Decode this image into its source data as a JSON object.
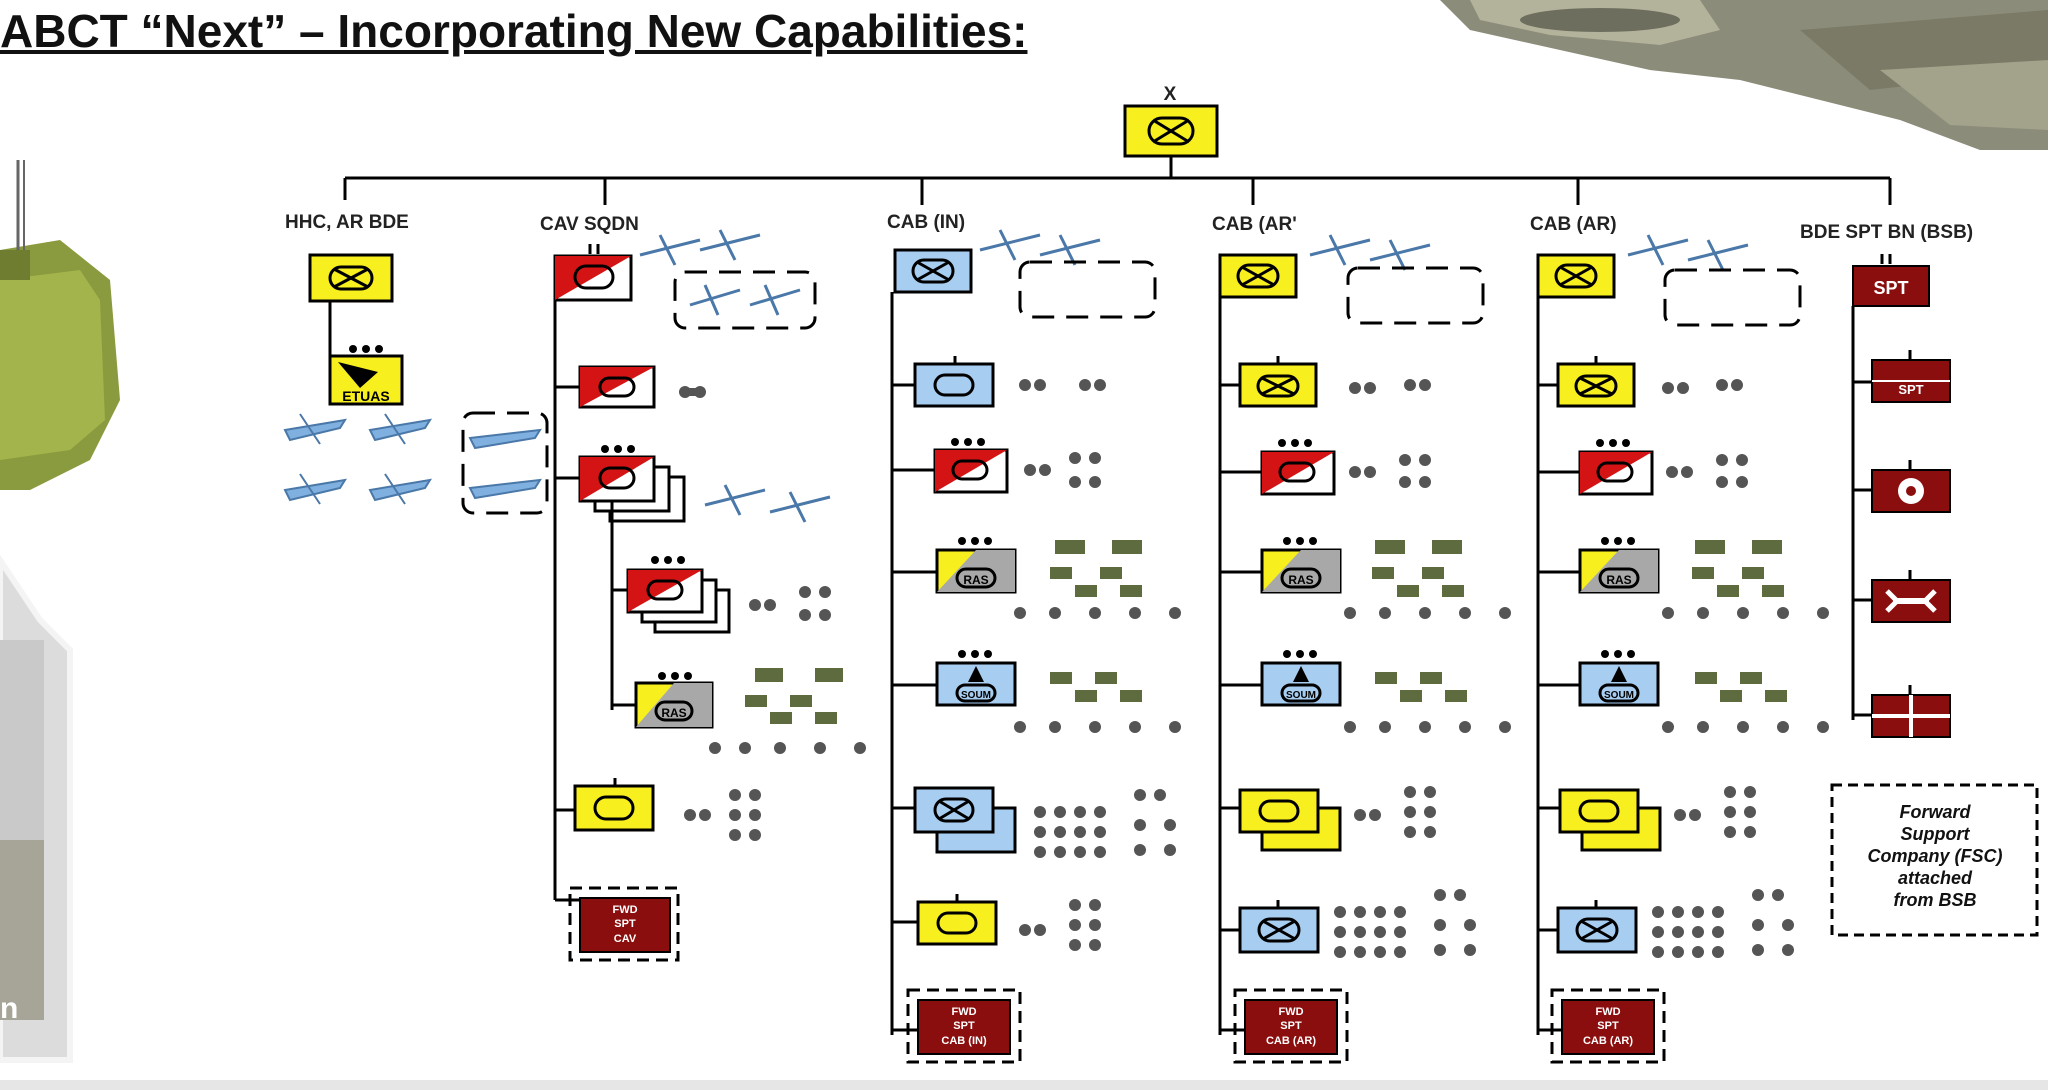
{
  "title": "ABCT “Next” – Incorporating New Capabilities:",
  "hq_echelon": "X",
  "columns": [
    {
      "id": "hhc",
      "label": "HHC, AR BDE"
    },
    {
      "id": "cav",
      "label": "CAV SQDN"
    },
    {
      "id": "cabin",
      "label": "CAB (IN)"
    },
    {
      "id": "cabar1",
      "label": "CAB (AR'"
    },
    {
      "id": "cabar2",
      "label": "CAB (AR)"
    },
    {
      "id": "bsb",
      "label": "BDE SPT BN (BSB)"
    }
  ],
  "unit_labels": {
    "etuas": "ETUAS",
    "ras": "RAS",
    "soum": "SOUM",
    "spt": "SPT"
  },
  "fwd_spt": {
    "cav": [
      "FWD",
      "SPT",
      "CAV"
    ],
    "cabin": [
      "FWD",
      "SPT",
      "CAB (IN)"
    ],
    "cabar1": [
      "FWD",
      "SPT",
      "CAB (AR)"
    ],
    "cabar2": [
      "FWD",
      "SPT",
      "CAB (AR)"
    ]
  },
  "fsc_note": [
    "Forward",
    "Support",
    "Company (FSC)",
    "attached",
    "from BSB"
  ],
  "left_panel_text": "n",
  "colors": {
    "armor_yellow": "#f7ef1e",
    "infantry_blue": "#a7cdf0",
    "cav_red": "#d41414",
    "support_maroon": "#8b0e0e",
    "ras_gray": "#a8a8a8"
  }
}
